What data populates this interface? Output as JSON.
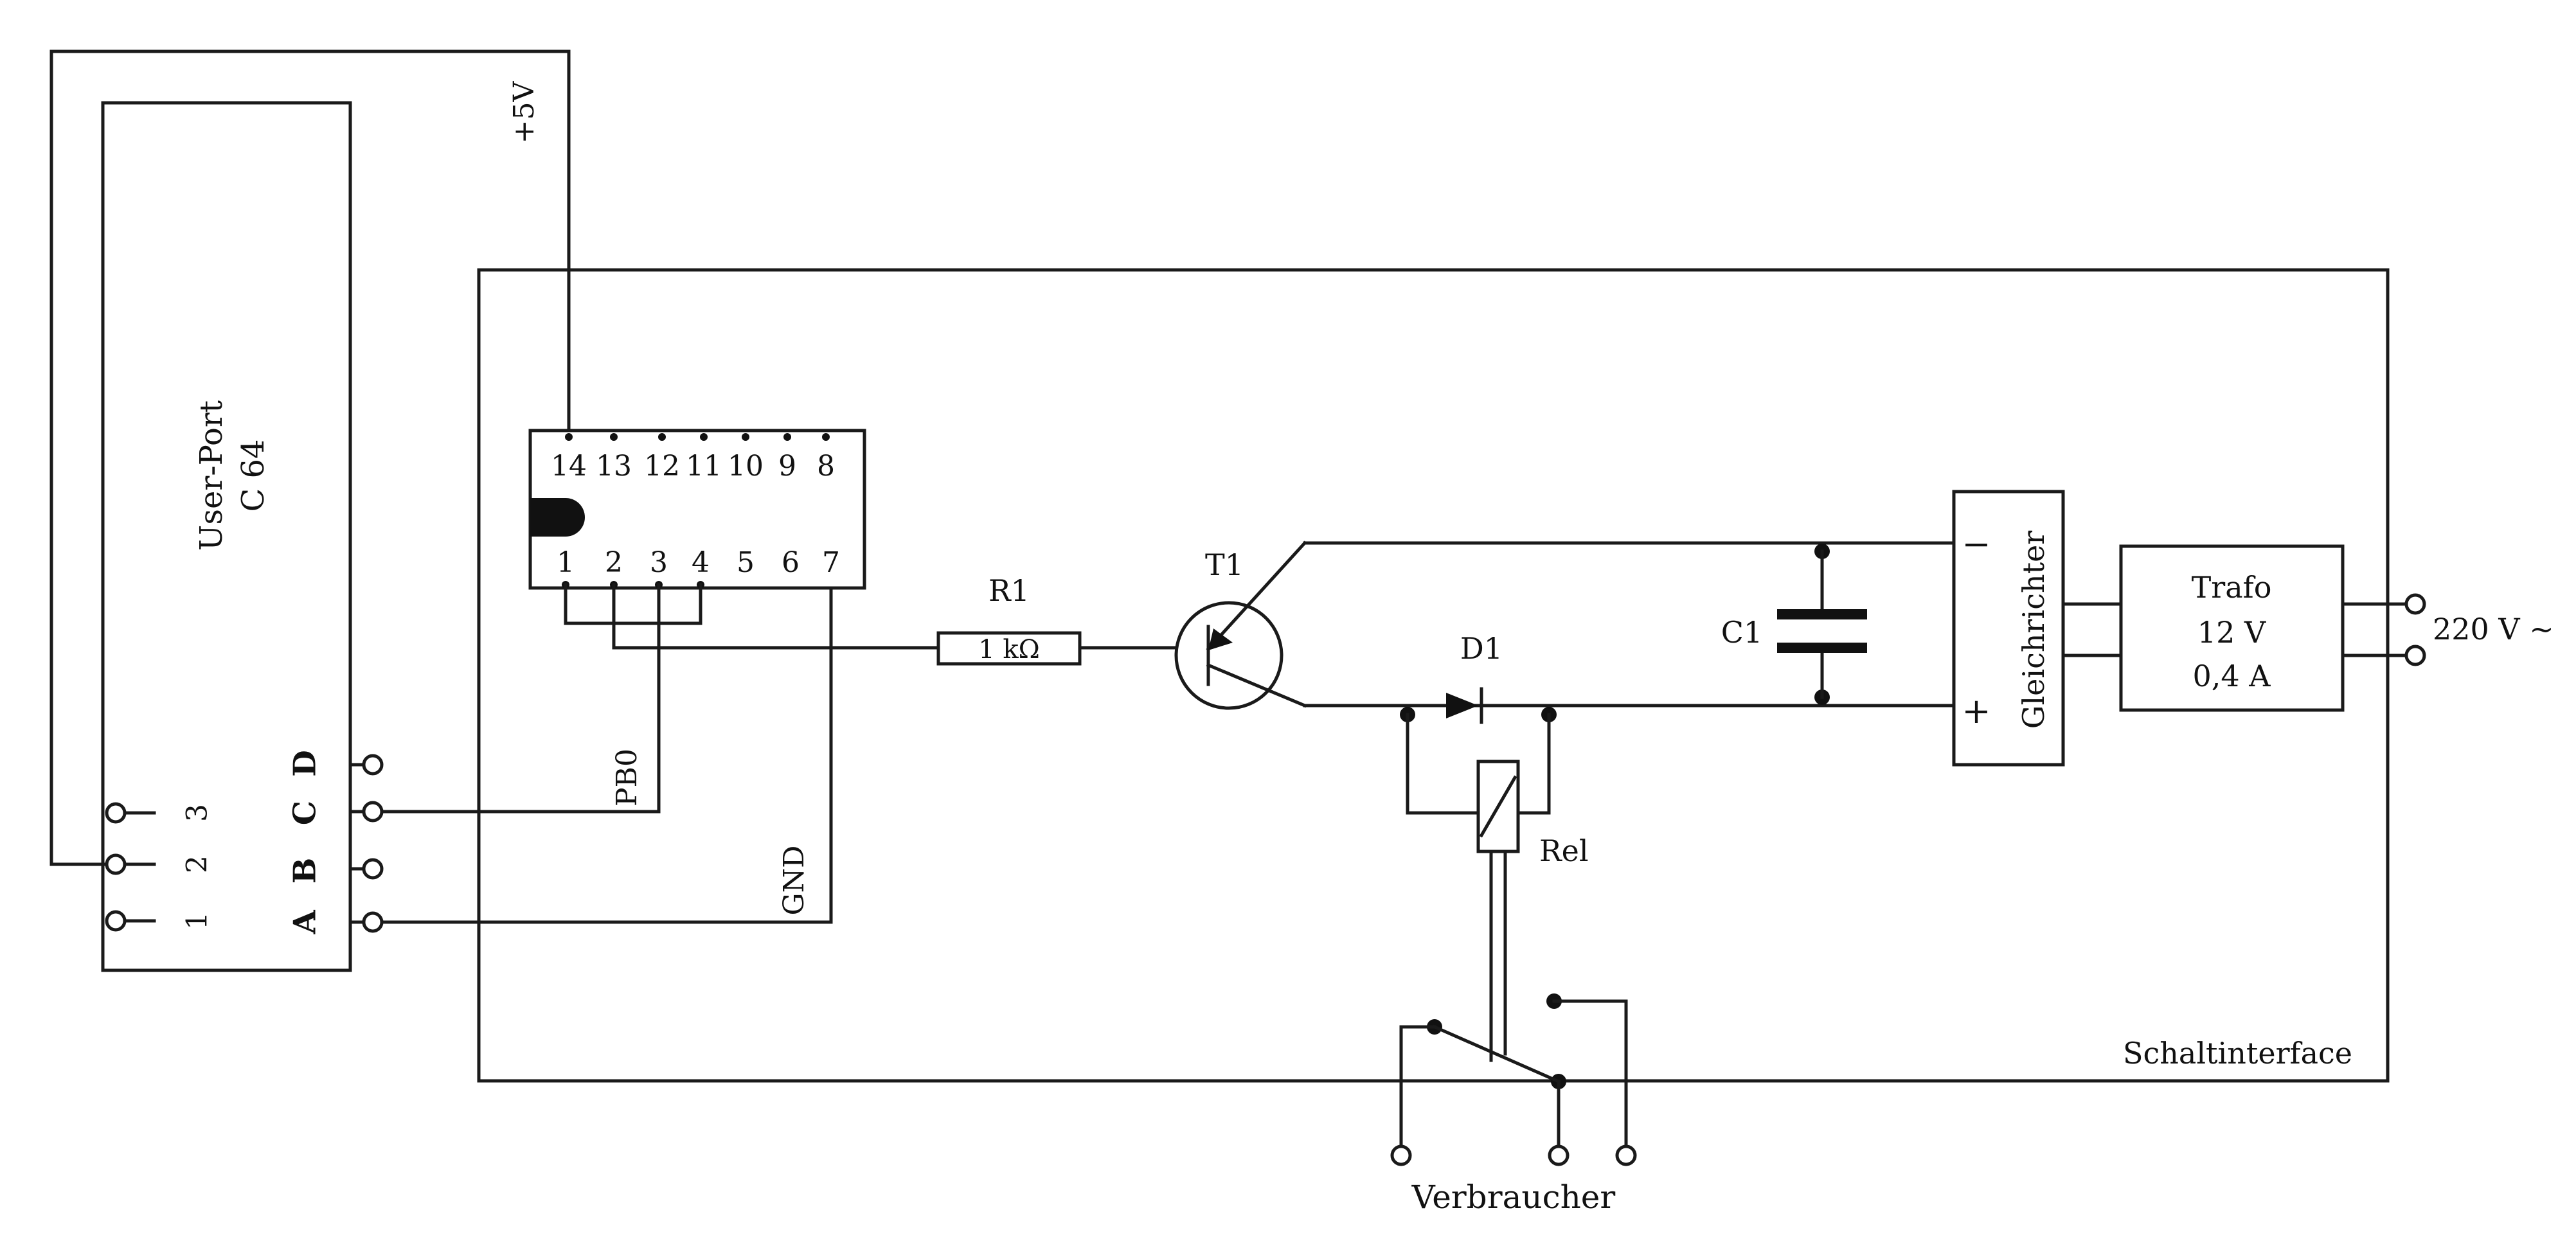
{
  "labels": {
    "supply": "+5V",
    "user_port_line1": "User-Port",
    "user_port_line2": "C 64",
    "ic_pins_top": [
      "14",
      "13",
      "12",
      "11",
      "10",
      "9",
      "8"
    ],
    "ic_pins_bottom": [
      "1",
      "2",
      "3",
      "4",
      "5",
      "6",
      "7"
    ],
    "port_letters": [
      "D",
      "C",
      "B",
      "A"
    ],
    "port_numbers": [
      "3",
      "2",
      "1"
    ],
    "pb0": "PB0",
    "gnd": "GND",
    "r1_name": "R1",
    "r1_value": "1 kΩ",
    "t1_name": "T1",
    "d1_name": "D1",
    "c1_name": "C1",
    "rel_name": "Rel",
    "rectifier": "Gleichrichter",
    "rect_minus": "−",
    "rect_plus": "+",
    "trafo_title": "Trafo",
    "trafo_voltage": "12 V",
    "trafo_current": "0,4 A",
    "mains": "220 V ~",
    "interface": "Schaltinterface",
    "load": "Verbraucher"
  }
}
